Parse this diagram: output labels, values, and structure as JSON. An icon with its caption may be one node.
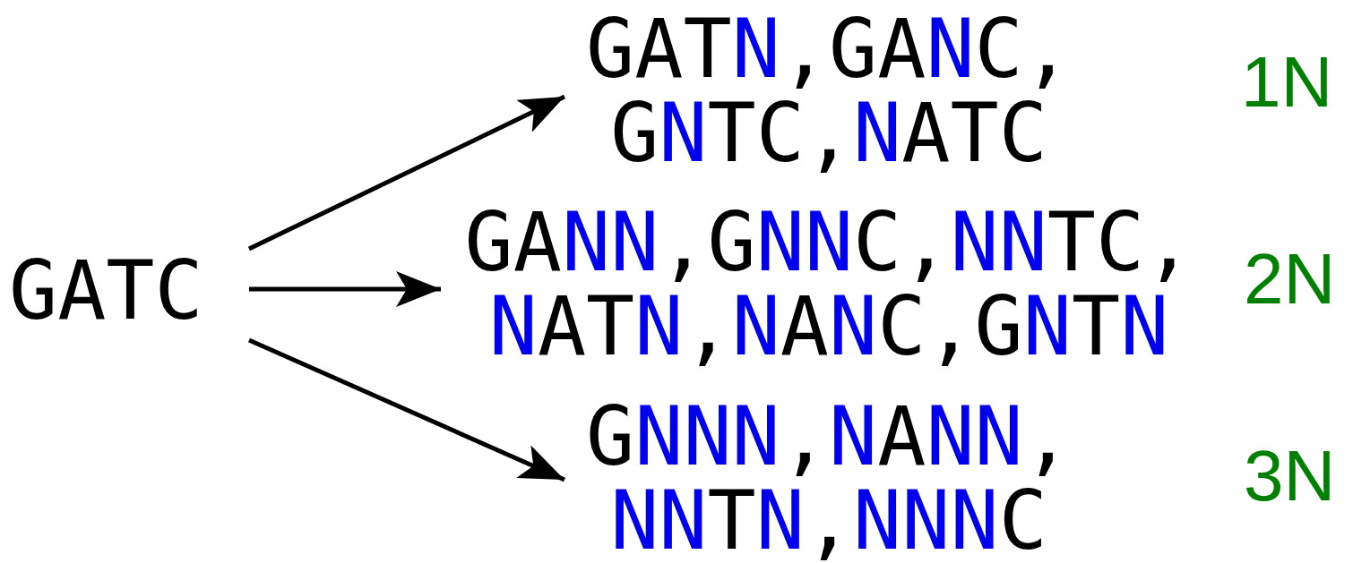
{
  "diagram": {
    "nodes": [
      {
        "text": [
          "GATC"
        ]
      },
      {
        "text": [
          "GAT**N**,GA**N**C, G**N**TC,**N**ATC"
        ]
      },
      {
        "text": [
          "GA**NN**,G**NN**C,**NN**TC, **N**AT**N**,**N**A**N**C,G**N**T**N**"
        ]
      },
      {
        "text": [
          "G**NNN**,**N**A**NN**, **NN**T**N**,**NNN**C"
        ]
      }
    ],
    "edges": [
      {
        "from": 0,
        "to": 1,
        "arrow": "to"
      },
      {
        "from": 0,
        "to": 2,
        "arrow": "to"
      },
      {
        "from": 0,
        "to": 3,
        "arrow": "to"
      }
    ],
    "labels": [
      "1N",
      "2N",
      "3N"
    ]
  }
}
